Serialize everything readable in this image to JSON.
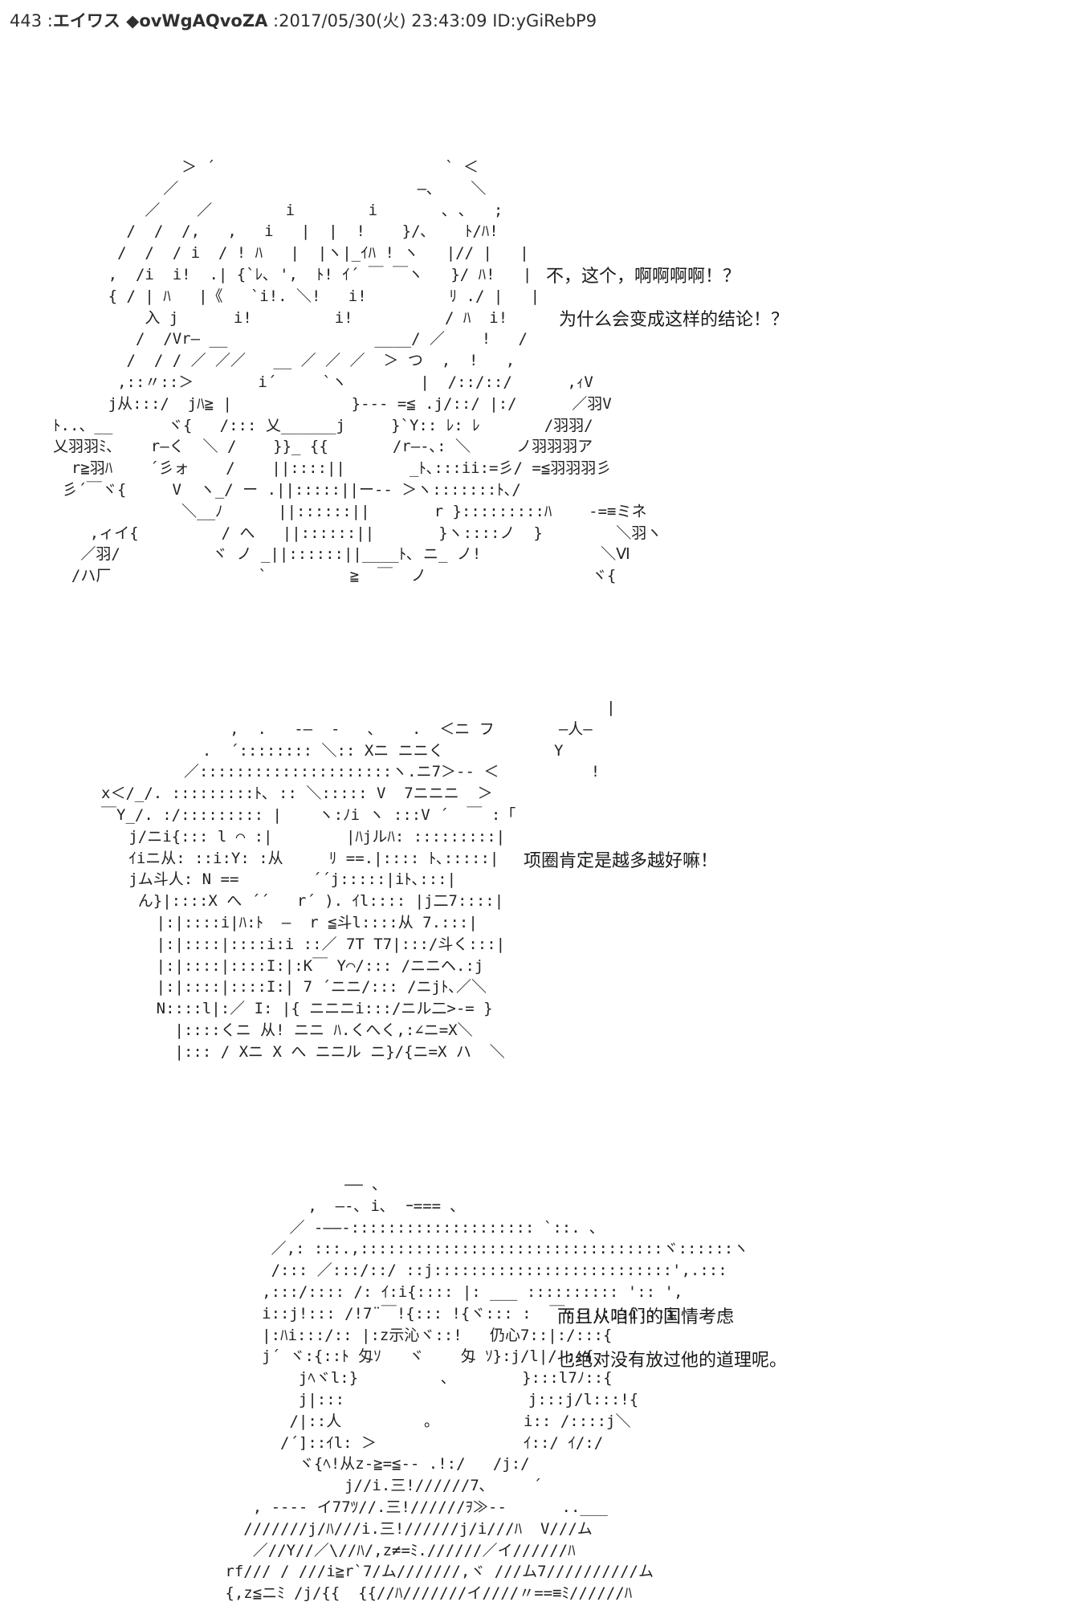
{
  "header": {
    "post_number": "443",
    "separator": " :",
    "author": "エイワス ◆ovWgAQvoZA",
    "timestamp": " :2017/05/30(火) 23:43:09 ",
    "user_id": "ID:yGiRebP9"
  },
  "panels": [
    {
      "art": "              ＞ ´                         ` ＜\n            ／                          ―､    ＼\n          ／    ／        i        i       ､ ､   ;\n        /  /  /,   ,   i   |  |  !    }/､    ﾄ/ﾊ!\n       /  /  / i  / ! ﾊ   |  |ヽ|_ｲﾊ ! ヽ   |// |   |\n      ,  /i  i!  .| {`ﾚ､ ',  ﾄ! ｲ´ ￣ ￣ヽ   }/ ﾊ!   |\n      { / | ﾊ   |《   `i!. ＼!   i!         ﾘ ./ |   |\n          入 j      i!         i!          / ﾊ  i!\n         /  /Vr― __                ____/ ／    !   /\n        /  / / ／ ／／   __ ／ ／ ／  ＞ つ  ,  !   ,\n       ,::〃::＞       i´     `ヽ        |  /::/::/      ,ｨV\n      j从:::/  jﾊ≧ |             }--- =≦ .j/::/ |:/      ／羽V\nﾄ..、__      ヾ{   /::: 乂______j     }`Y:: ﾚ: ﾚ       /羽羽/\n乂羽羽ﾐ､    r―く  ＼ /    }}_ {{       /r―-､: ＼     ノ羽羽羽ア\n  r≧羽ﾊ    ´彡ォ    /    ||::::||       _ﾄ､:::ii:=彡/ =≦羽羽羽彡\n 彡´￣ヾ{     V  ヽ_/ ー .||:::::||ー-- ＞ヽ:::::::ﾄ､/\n              ＼__ﾉ      ||::::::||       r }:::::::::ﾊ    -=≡ミネ\n    ,ィイ{         / へ   ||::::::||       }ヽ::::ノ  }        ＼羽ヽ\n   ／羽/          ヾ ノ _||::::::||____ﾄ､ ニ_ ノ!             ＼Ⅵ\n  /ハ厂                `         ≧  ￣  ノ                  ヾ{",
      "dialogue": [
        "不，这个，啊啊啊啊！？",
        "为什么会变成这样的结论！？"
      ]
    },
    {
      "art": "                                                       |\n              ,  .   ‐―  ‐   ､    .  ＜ニ フ       ―人―\n           .  ´:::::::: ＼:: Xニ ニニく            Y\n         ／:::::::::::::::::::::ヽ.ニ7＞-- ＜          !\nx＜/_/. :::::::::ﾄ､ :: ＼::::: V  7ニニニ  ＞\n￣Y_/. :/::::::::: |    ヽ:ﾉi ヽ :::V ´  ￣ :「\n   j/ニi{::: l ⌒ :|        |ﾊjルﾊ: :::::::::|\n   ｲiニ从: ::i:Y: :从     ﾘ ==.|:::: ﾄ､:::::|\n   jム斗人: N ==        ´´j:::::|iﾄ､:::|\n    ん}|::::X へ ´´   r´ ). ｲl:::: |j二7::::|\n      |:|::::i|ﾊ:ﾄ  ―  r ≦斗l::::从 7.:::|\n      |:|::::|::::i:i ::／ 7T T7|:::/斗く:::|\n      |:|::::|::::I:|:K￣ Y⌒/::: /ニニヘ.:j\n      |:|::::|::::I:| 7 ´ニニ/::: /ニjﾄ､／＼\n      N::::l|:／ I: |{ ニニニi:::/ニル二>-= }\n        |::::くニ 从! ニニ ﾊ.くへく,:∠ニ=X＼\n        |::: / Xニ X へ ニニル ニ}/{ニ=X ハ  ＼",
      "dialogue": [
        "项圈肯定是越多越好嘛！"
      ]
    },
    {
      "art": "                       ―― ､\n                   ,  ―-､ i､  ｰ=== ､\n                 ／ ‐――-:::::::::::::::::::: `::. ､\n               ／,: :::.,:::::::::::::::::::::::::::::::::ヾ::::::ヽ\n               /::: ／:::/::/ ::j::::::::::::::::::::::::::',.:::\n              ,:::/:::: /: ｲ:i{:::: |: ___ :::::::::: ':: ',\n              i::j!::: /!7¨￣!{::: !{ヾ::: :  ￣:::::::i:::i\n              |:ﾊi:::/:: |:z示沁ヾ::!   仍心7::|:/:::{\n              j´ ヾ:{::ﾄ 匁ｿ   ヾ    匁 ｿ}:j/l|/!::{\n                  jﾍヾl:}         ､        }:::l7ﾉ::{\n                  j|:::                    j:::j/l:::!{\n                 /|::人         ｡          i:: /::::j＼\n                /´]::ｲl: ＞                ｲ::/ ｲ/:/\n                  ヾ{ﾍ!从z-≧=≦-- .!:/   /j:/\n                       j//i.三!//////7､     ´\n             , ‐--- イ77ﾂ//.三!//////ｦ≫--      ..___\n            ///////j/ﾊ///i.三!//////j/i///ﾊ  V///ム\n             ／//Y//／\\//ﾊ/,z≠=ﾐ.//////／イ//////ﾊ\n          rf/// / ///i≧r`7/ム///////,ヾ ///ム7//////////ム\n          {,z≦ニﾐ /j/{{  {{//ﾊ///////イ////〃==≡ﾐ//////ﾊ",
      "dialogue": [
        "而且从咱们的国情考虑",
        "也绝对没有放过他的道理呢。"
      ]
    }
  ]
}
